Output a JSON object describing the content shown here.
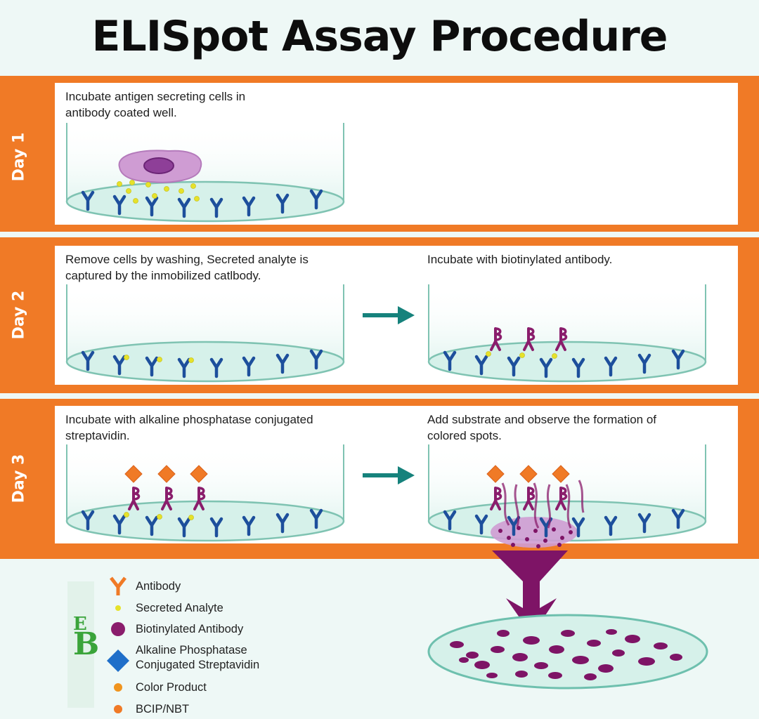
{
  "title": "ELISpot Assay Procedure",
  "days": [
    {
      "label": "Day 1",
      "steps": [
        {
          "text": "Incubate antigen secreting cells in\nantibody coated well."
        }
      ]
    },
    {
      "label": "Day 2",
      "steps": [
        {
          "text": "Remove cells by washing, Secreted analyte is\ncaptured by the inmobilized catlbody."
        },
        {
          "text": "Incubate with biotinylated antibody."
        }
      ]
    },
    {
      "label": "Day 3",
      "steps": [
        {
          "text": "Incubate with alkaline phosphatase conjugated\nstreptavidin."
        },
        {
          "text": "Add substrate and observe the formation of\ncolored spots."
        }
      ]
    }
  ],
  "legend": {
    "logo_top": "E",
    "logo_bottom": "B",
    "items": [
      {
        "label": "Antibody",
        "icon": "antibody-icon",
        "color": "#f07a26"
      },
      {
        "label": "Secreted Analyte",
        "icon": "analyte-dot-icon",
        "color": "#e6e22a"
      },
      {
        "label": "Biotinylated Antibody",
        "icon": "biotinylated-dot-icon",
        "color": "#8a1d6c"
      },
      {
        "label": "Alkaline Phosphatase\nConjugated Streptavidin",
        "icon": "diamond-icon",
        "color": "#1f6fc9"
      },
      {
        "label": "Color Product",
        "icon": "color-product-dot-icon",
        "color": "#f0941e"
      },
      {
        "label": "BCIP/NBT",
        "icon": "bcip-dot-icon",
        "color": "#f07a26"
      }
    ]
  },
  "colors": {
    "band": "#f07a26",
    "antibody": "#1d4f9c",
    "analyte": "#e6e22a",
    "biotinylated": "#8a1d6c",
    "streptavidin": "#f07a26",
    "spot": "#7e1466",
    "arrow": "#16827c",
    "well_rim": "#7fc3b2"
  }
}
